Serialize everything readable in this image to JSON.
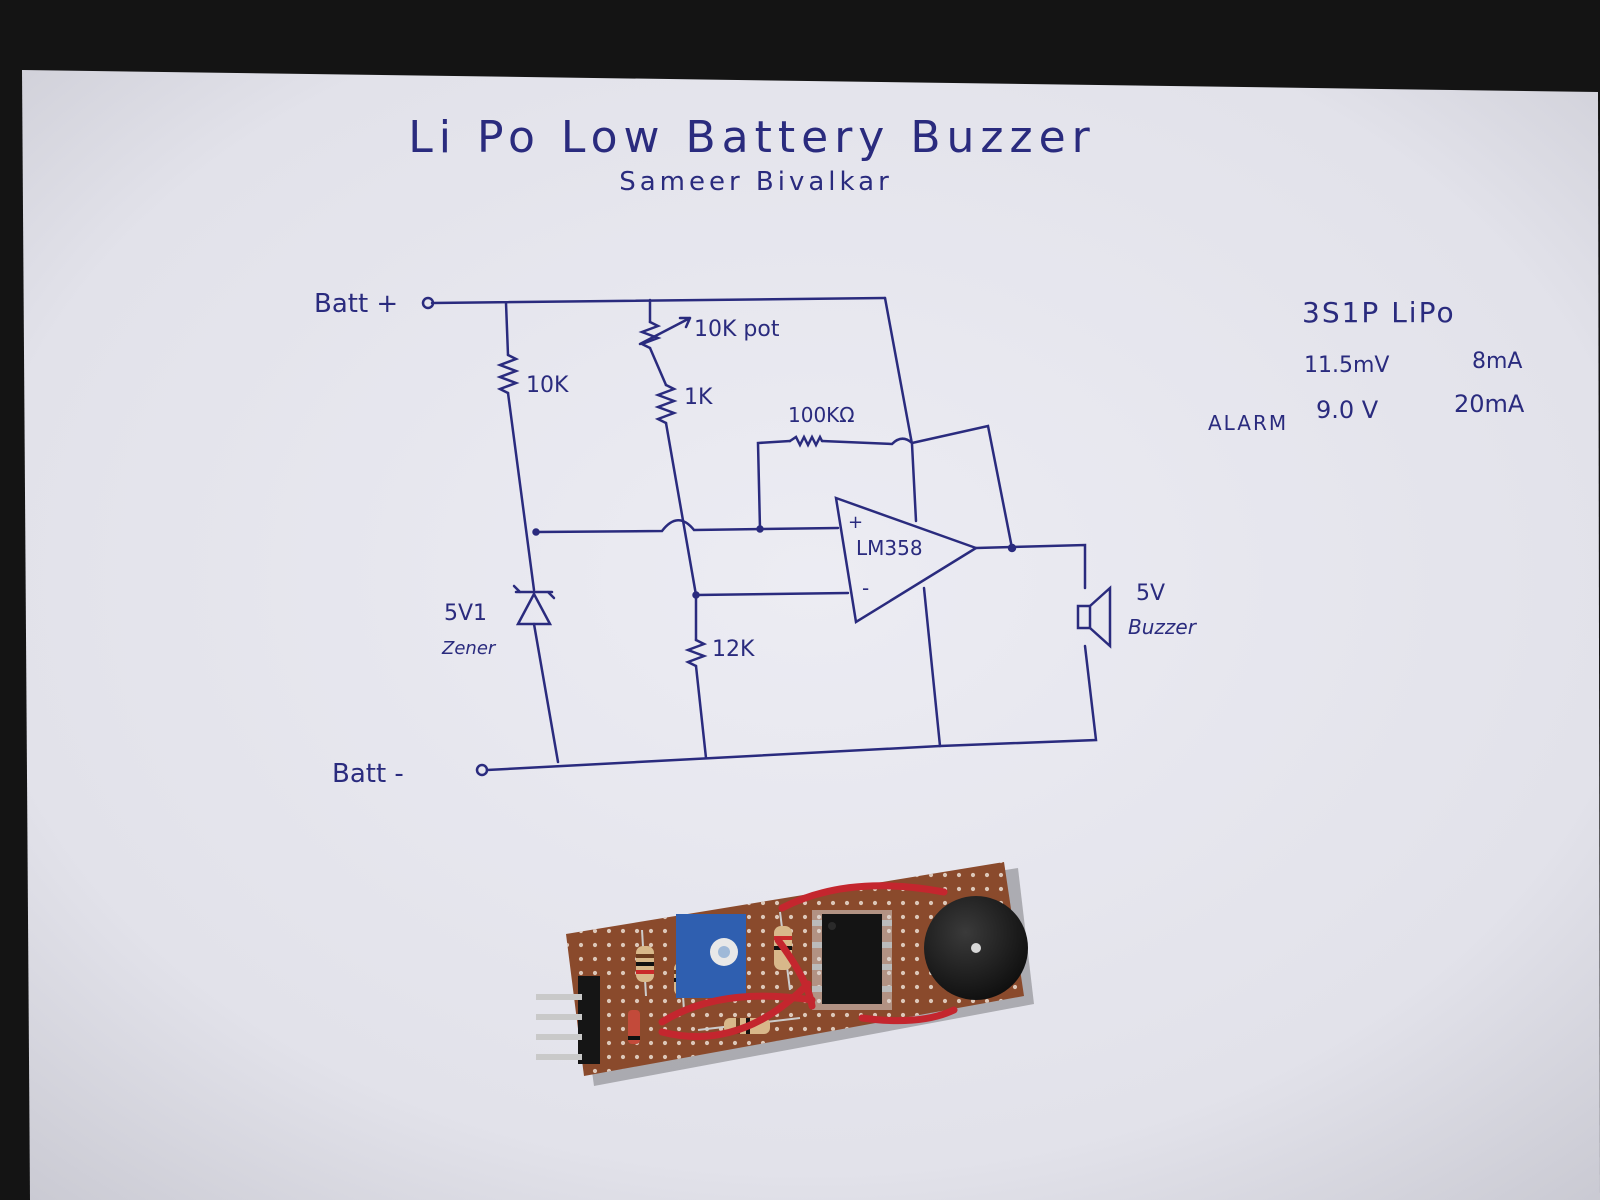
{
  "title": "Li Po Low Battery Buzzer",
  "author": "Sameer Bivalkar",
  "schematic": {
    "terminals": {
      "positive": "Batt +",
      "negative": "Batt -"
    },
    "components": {
      "r1": "10K",
      "pot": "10K pot",
      "r2": "1K",
      "r_feedback": "100KΩ",
      "r3": "12K",
      "zener_value": "5V1",
      "zener_label": "Zener",
      "opamp": "LM358",
      "opamp_plus": "+",
      "opamp_minus": "-",
      "buzzer_value": "5V",
      "buzzer_label": "Buzzer"
    }
  },
  "specs": {
    "pack": "3S1P LiPo",
    "rows": [
      {
        "label": "",
        "voltage": "11.5mV",
        "current": "8mA"
      },
      {
        "label": "ALARM",
        "voltage": "9.0 V",
        "current": "20mA"
      }
    ]
  },
  "colors": {
    "ink": "#2a2b7e",
    "paper": "#e6e6ee",
    "background": "#141414",
    "pcb": "#8a4a2c",
    "wire": "#c4262e",
    "trimmer": "#2f5fb0"
  },
  "photo_board": {
    "parts": [
      "pin-header",
      "resistor",
      "trimmer-potentiometer",
      "dip8-ic",
      "piezo-buzzer",
      "zener-diode",
      "jumper-wire"
    ]
  }
}
